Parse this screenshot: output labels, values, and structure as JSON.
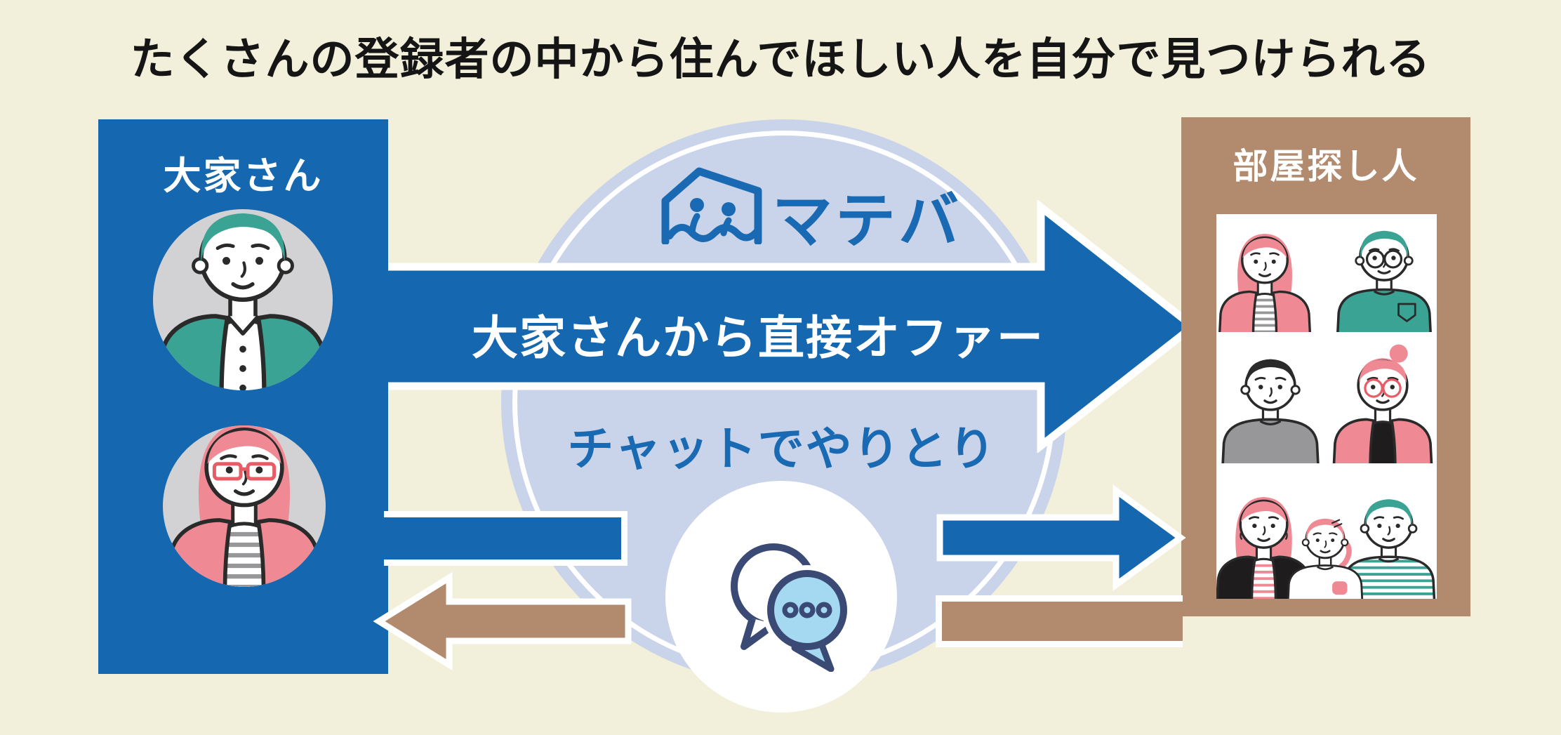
{
  "title": "たくさんの登録者の中から住んでほしい人を自分で見つけられる",
  "landlord": {
    "label": "大家さん"
  },
  "seekers": {
    "label": "部屋探し人"
  },
  "brand": {
    "name": "マテバ"
  },
  "flows": {
    "offer_label": "大家さんから直接オファー",
    "chat_label": "チャットでやりとり"
  },
  "icons": {
    "brand": "house-with-people-icon",
    "chat": "chat-bubbles-icon",
    "offer": "big-right-arrow",
    "chat_to_seeker": "small-right-arrow",
    "chat_to_landlord": "small-left-arrow"
  },
  "colors": {
    "background": "#f2efda",
    "primary_blue": "#1568af",
    "light_blue_circle": "#c9d4ea",
    "brown": "#b28a6d",
    "teal": "#3ba393",
    "pink": "#ef8a95",
    "bubble_blue": "#a5d9f2",
    "outline_navy": "#3a4a74"
  }
}
